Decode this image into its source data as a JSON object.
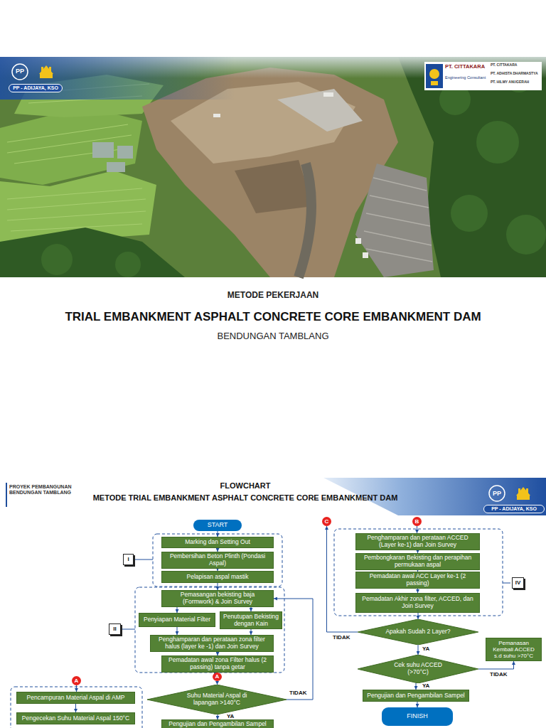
{
  "diagram": {
    "title": "METODE TRIAL EMBANKMENT ASPHALT CONCRETE CORE EMBANKMENT DAM",
    "nodes": [
      {
        "text": [
          "START"
        ]
      },
      {
        "text": [
          "Marking dan Setting Out"
        ]
      },
      {
        "text": [
          "Pembersihan Beton Plinth (Pondasi Aspal)"
        ]
      },
      {
        "text": [
          "Pelapisan aspal mastik"
        ]
      },
      {
        "text": [
          "I"
        ]
      },
      {
        "text": [
          "Pemasangan bekisting baja (Formwork) & Join Survey"
        ]
      },
      {
        "text": [
          "Penyiapan Material Filter"
        ]
      },
      {
        "text": [
          "Penutupan Bekisting dengan Kain"
        ]
      },
      {
        "text": [
          "Penghamparan dan perataan zona filter halus (layer ke -1) dan Join Survey"
        ]
      },
      {
        "text": [
          "Pemadatan awal zona Filter halus (2 passing) tanpa getar"
        ]
      },
      {
        "text": [
          "II"
        ]
      },
      {
        "text": [
          "A"
        ]
      },
      {
        "text": [
          "Suhu Material Aspal di lapangan >140°C"
        ]
      },
      {
        "text": [
          "Pengujian dan Pengambilan Sampel"
        ]
      },
      {
        "text": [
          "A"
        ]
      },
      {
        "text": [
          "Pencampuran Material Aspal di AMP"
        ]
      },
      {
        "text": [
          "Pengecekan Suhu Material Aspal 150°C"
        ]
      },
      {
        "text": [
          "C"
        ]
      },
      {
        "text": [
          "B"
        ]
      },
      {
        "text": [
          "Penghamparan dan perataan ACCED (Layer ke-1) dan Join Survey"
        ]
      },
      {
        "text": [
          "Pembongkaran Bekisting dan perapihan permukaan aspal"
        ]
      },
      {
        "text": [
          "Pemadatan awal ACC Layer ke-1 (2 passing)"
        ]
      },
      {
        "text": [
          "Pemadatan Akhir zona filter, ACCED, dan Join Survey"
        ]
      },
      {
        "text": [
          "IV"
        ]
      },
      {
        "text": [
          "Apakah Sudah 2 Layer?"
        ]
      },
      {
        "text": [
          "Cek suhu ACCED (>70°C)"
        ]
      },
      {
        "text": [
          "Pemanasan Kembali ACCED s.d suhu >70°C"
        ]
      },
      {
        "text": [
          "Pengujian dan Pengambilan Sampel"
        ]
      },
      {
        "text": [
          "FINISH"
        ]
      }
    ],
    "edges": [
      {
        "from": 0,
        "to": 1,
        "arrow": "to"
      },
      {
        "from": 1,
        "to": 2,
        "arrow": "to"
      },
      {
        "from": 2,
        "to": 3,
        "arrow": "to"
      },
      {
        "from": 3,
        "to": 5,
        "arrow": "to"
      },
      {
        "from": 5,
        "to": 6,
        "arrow": "to"
      },
      {
        "from": 5,
        "to": 7,
        "arrow": "to"
      },
      {
        "from": 6,
        "to": 8,
        "arrow": "to"
      },
      {
        "from": 7,
        "to": 8,
        "arrow": "to"
      },
      {
        "from": 8,
        "to": 9,
        "arrow": "to"
      },
      {
        "from": 9,
        "to": 11,
        "arrow": "to"
      },
      {
        "from": 11,
        "to": 12,
        "arrow": "to"
      },
      {
        "from": 12,
        "to": 13,
        "label": "YA",
        "arrow": "to"
      },
      {
        "from": 12,
        "to": 5,
        "label": "TIDAK",
        "arrow": "to"
      },
      {
        "from": 14,
        "to": 15,
        "arrow": "to"
      },
      {
        "from": 15,
        "to": 16,
        "arrow": "to"
      },
      {
        "from": 18,
        "to": 19,
        "arrow": "to"
      },
      {
        "from": 19,
        "to": 20,
        "arrow": "to"
      },
      {
        "from": 20,
        "to": 21,
        "arrow": "to"
      },
      {
        "from": 21,
        "to": 22,
        "arrow": "to"
      },
      {
        "from": 22,
        "to": 24,
        "arrow": "to"
      },
      {
        "from": 24,
        "to": 25,
        "label": "YA",
        "arrow": "to"
      },
      {
        "from": 24,
        "to": 17,
        "label": "TIDAK",
        "arrow": "to"
      },
      {
        "from": 25,
        "to": 26,
        "label": "TIDAK",
        "arrow": "to"
      },
      {
        "from": 25,
        "to": 27,
        "label": "YA",
        "arrow": "to"
      },
      {
        "from": 27,
        "to": 28,
        "arrow": "to"
      }
    ],
    "labels": [
      "PP",
      "PP - ADIJAYA, KSO",
      "PT. CITTAKARA",
      "Engineering Consultant",
      "PT. CITTAKARA",
      "PT. ADHISTA DHARMASTYA",
      "PT. HILMY ANUGERAH",
      "METODE PEKERJAAN",
      "TRIAL EMBANKMENT ASPHALT CONCRETE CORE EMBANKMENT DAM",
      "BENDUNGAN TAMBLANG",
      "PROYEK PEMBANGUNAN BENDUNGAN TAMBLANG",
      "FLOWCHART",
      "PP",
      "PP - ADIJAYA, KSO"
    ]
  }
}
